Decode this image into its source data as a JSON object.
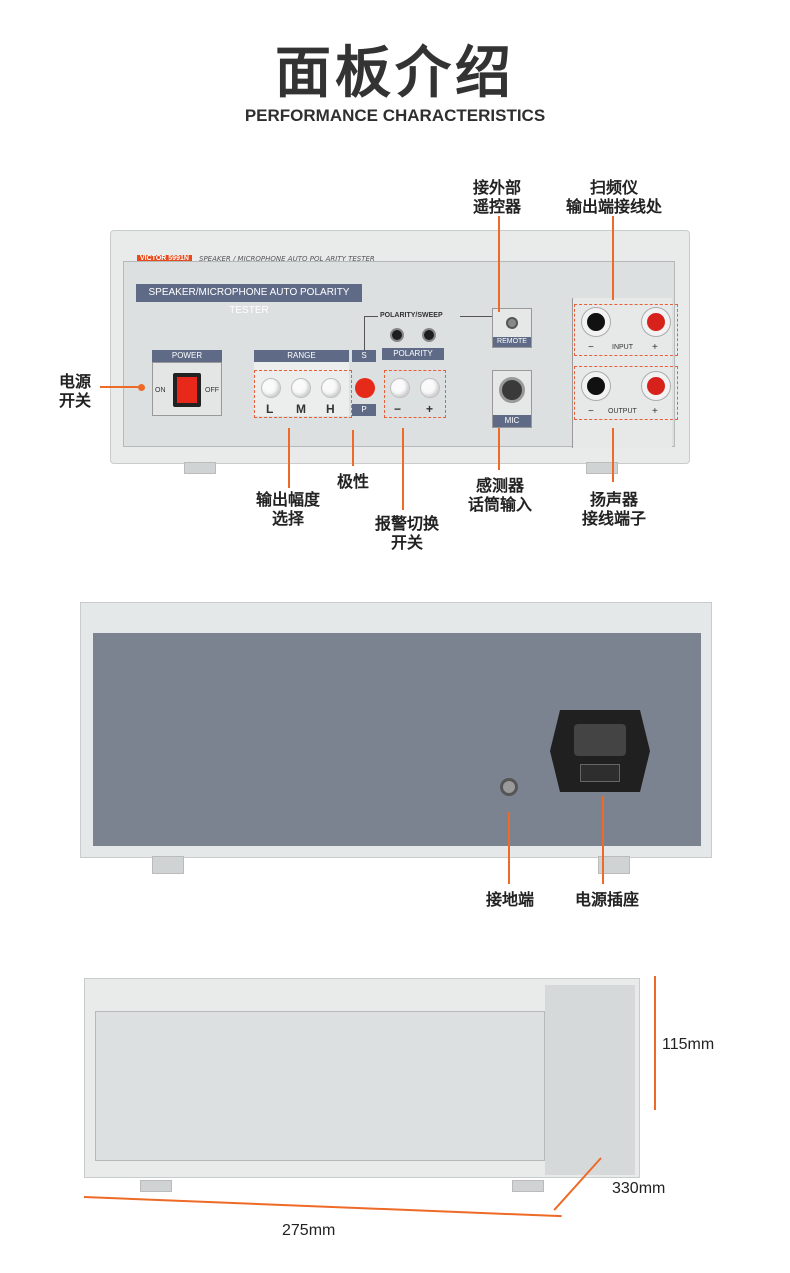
{
  "header": {
    "title": "面板介绍",
    "subtitle": "PERFORMANCE CHARACTERISTICS"
  },
  "front": {
    "brand": "VICTOR",
    "model": "5991N",
    "model_desc": "SPEAKER / MICROPHONE AUTO POL ARITY TESTER",
    "panel_title": "SPEAKER/MICROPHONE AUTO POLARITY TESTER",
    "power_label": "POWER",
    "on_label": "ON",
    "off_label": "OFF",
    "range_label": "RANGE",
    "range_buttons": [
      "L",
      "M",
      "H"
    ],
    "s_label": "S",
    "p_label": "P",
    "polarity_sweep_label": "POLARITY/SWEEP",
    "polarity_label": "POLARITY",
    "polarity_buttons": [
      "−",
      "+"
    ],
    "remote_label": "REMOTE",
    "mic_label": "MIC",
    "input_label": "INPUT",
    "output_label": "OUTPUT",
    "minus": "−",
    "plus": "+"
  },
  "callouts": {
    "remote": "接外部\n遥控器",
    "sweep": "扫频仪\n输出端接线处",
    "power": "电源\n开关",
    "range": "输出幅度\n选择",
    "polarity": "极性",
    "alarm": "报警切换\n开关",
    "mic": "感测器\n话筒输入",
    "speaker": "扬声器\n接线端子"
  },
  "back": {
    "ground": "接地端",
    "socket": "电源插座"
  },
  "dimensions": {
    "height": "115mm",
    "depth": "330mm",
    "width": "275mm"
  },
  "colors": {
    "accent": "#ee6a27",
    "panel_bar": "#5f6b86",
    "back_panel": "#7c8390"
  }
}
